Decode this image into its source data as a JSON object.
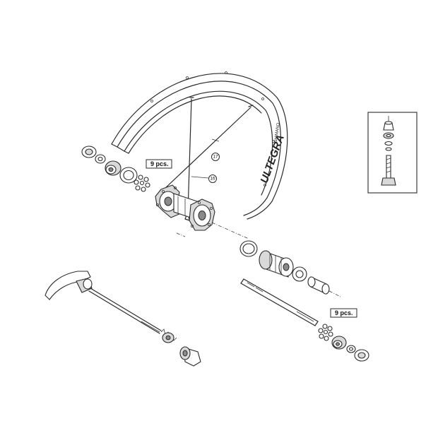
{
  "diagram": {
    "rim_brand": "ULTEGRA",
    "rim_maker": "SHIMANO",
    "callouts": {
      "spoke_long": "17",
      "spoke_short": "16"
    },
    "quantity_labels": {
      "front_nipples": "9 pcs.",
      "rear_nipples": "9 pcs."
    }
  }
}
